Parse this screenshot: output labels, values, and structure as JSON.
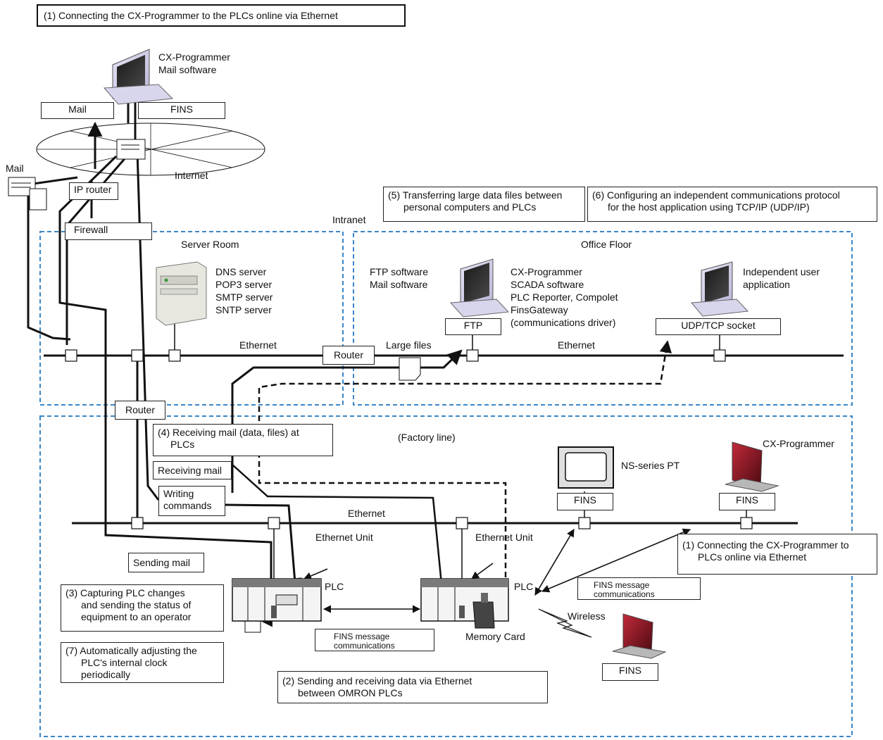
{
  "title": "(1) Connecting the CX-Programmer to the PLCs online via Ethernet",
  "top_pc": {
    "line1": "CX-Programmer",
    "line2": "Mail software"
  },
  "labels": {
    "mail_box": "Mail",
    "fins_box": "FINS",
    "internet": "Internet",
    "mail_side": "Mail",
    "ip_router": "IP router",
    "firewall": "Firewall",
    "intranet": "Intranet",
    "server_room": "Server Room",
    "office_floor": "Office Floor",
    "factory_line": "(Factory line)",
    "router_mid": "Router",
    "router_left": "Router",
    "ethernet_server": "Ethernet",
    "ethernet_office": "Ethernet",
    "ethernet_factory": "Ethernet",
    "large_files": "Large files",
    "ftp_box": "FTP",
    "udp_box": "UDP/TCP socket",
    "ns_pt": "NS-series PT",
    "fins_pt": "FINS",
    "cx_right": "CX-Programmer",
    "fins_laptop_right": "FINS",
    "ethernet_unit_left": "Ethernet Unit",
    "ethernet_unit_right": "Ethernet Unit",
    "plc_left": "PLC",
    "plc_right": "PLC",
    "memory_card": "Memory Card",
    "wireless": "Wireless",
    "fins_wireless": "FINS",
    "receiving_mail": "Receiving mail",
    "writing_commands_1": "Writing",
    "writing_commands_2": "commands",
    "sending_mail": "Sending mail",
    "fins_msg_1a": "FINS message",
    "fins_msg_1b": "communications",
    "fins_msg_2a": "FINS message",
    "fins_msg_2b": "communications"
  },
  "servers": [
    "DNS server",
    "POP3 server",
    "SMTP server",
    "SNTP server"
  ],
  "office_left": [
    "FTP software",
    "Mail software"
  ],
  "office_mid": [
    "CX-Programmer",
    "SCADA software",
    "PLC Reporter, Compolet",
    "FinsGateway",
    "(communications driver)"
  ],
  "office_right": [
    "Independent user",
    "application"
  ],
  "callouts": {
    "c5": [
      "(5) Transferring large data files between",
      "personal computers and PLCs"
    ],
    "c6": [
      "(6) Configuring an independent communications protocol",
      "for the host application using TCP/IP (UDP/IP)"
    ],
    "c4": [
      "(4) Receiving mail (data, files) at",
      "PLCs"
    ],
    "c1": [
      "(1) Connecting the CX-Programmer to",
      "PLCs online via Ethernet"
    ],
    "c3": [
      "(3) Capturing PLC changes",
      "and sending the status of",
      "equipment to an operator"
    ],
    "c7": [
      "(7) Automatically adjusting the",
      "PLC's internal clock",
      "periodically"
    ],
    "c2": [
      "(2) Sending and receiving data via Ethernet",
      "between OMRON PLCs"
    ]
  },
  "colors": {
    "zone_border": "#3a86c8",
    "line": "#111111",
    "screen": "#7a1420"
  }
}
